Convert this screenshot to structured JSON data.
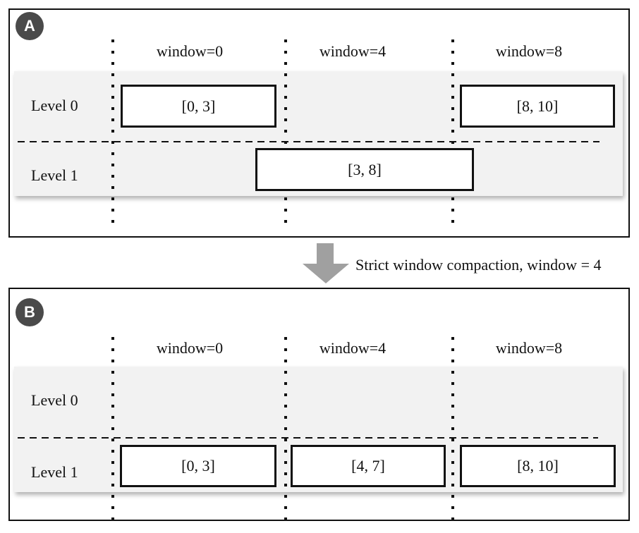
{
  "figure": {
    "caption": "Strict window compaction, window = 4"
  },
  "panels": {
    "a": {
      "badge": "A",
      "column_headers": [
        "window=0",
        "window=4",
        "window=8"
      ],
      "levels": [
        "Level 0",
        "Level 1"
      ],
      "boxes": [
        {
          "level": "Level 0",
          "window": "window=0",
          "label": "[0, 3]"
        },
        {
          "level": "Level 0",
          "window": "window=8",
          "label": "[8, 10]"
        },
        {
          "level": "Level 1",
          "window": "spans window=0 to window=8",
          "label": "[3, 8]"
        }
      ]
    },
    "b": {
      "badge": "B",
      "column_headers": [
        "window=0",
        "window=4",
        "window=8"
      ],
      "levels": [
        "Level 0",
        "Level 1"
      ],
      "boxes": [
        {
          "level": "Level 1",
          "window": "window=0",
          "label": "[0, 3]"
        },
        {
          "level": "Level 1",
          "window": "window=4",
          "label": "[4, 7]"
        },
        {
          "level": "Level 1",
          "window": "window=8",
          "label": "[8, 10]"
        }
      ]
    }
  },
  "colors": {
    "canvas-bg": "#ffffff",
    "ink": "#111111",
    "badge-bg": "#4a4a4a",
    "row-bg": "#f2f2f2",
    "arrow-gray": "#a0a0a0"
  }
}
